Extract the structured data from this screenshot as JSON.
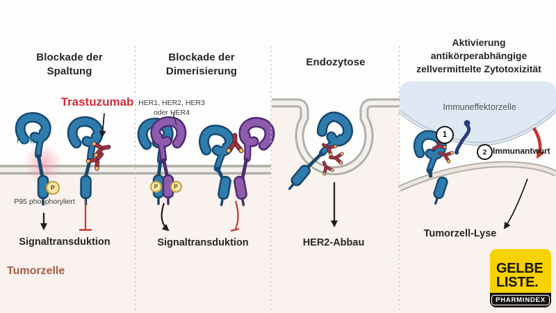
{
  "colors": {
    "receptor_blue": "#2f7cad",
    "receptor_purple": "#8f5cad",
    "antibody_red": "#a23545",
    "antibody_tip_yellow": "#e9c25f",
    "membrane_gray": "#b2aea8",
    "cytoplasm_pink": "#f9f2ee",
    "immune_cell_blue": "#dfe9f3",
    "inhibit_red": "#c0392b",
    "drug_label_red": "#d12b3a",
    "tumor_label_brown": "#a65c44",
    "her2_label_teal": "#2d7fa8",
    "logo_yellow": "#f7d200"
  },
  "panels": [
    {
      "title_lines": [
        "Blockade der",
        "Spaltung"
      ],
      "drug_label": "Trastuzumab",
      "receptor_label": "HER2",
      "phospho_label": "P95 phosphoryliert",
      "phosphate": "P",
      "outcome": "Signaltransduktion"
    },
    {
      "title_lines": [
        "Blockade der",
        "Dimerisierung"
      ],
      "receptor_label_lines": [
        "HER1, HER2, HER3",
        "oder HER4"
      ],
      "phosphate": "P",
      "outcome": "Signaltransduktion"
    },
    {
      "title_lines": [
        "Endozytose"
      ],
      "outcome": "HER2-Abbau"
    },
    {
      "title_lines": [
        "Aktivierung",
        "antikörperabhängige",
        "zellvermittelte Zytotoxizität"
      ],
      "cell_label": "Immuneffektorzelle",
      "steps": [
        {
          "num": "1"
        },
        {
          "num": "2",
          "label": "Immunantwort"
        }
      ],
      "outcome": "Tumorzell-Lyse"
    }
  ],
  "tumor_cell_label": "Tumorzelle",
  "logo": {
    "line1": "GELBE",
    "line2": "LISTE.",
    "tagline": "PHARMINDEX"
  },
  "icons": {
    "her2-receptor-icon": "blue hook-shaped receptor",
    "her-family-receptor-icon": "purple hook-shaped receptor",
    "trastuzumab-antibody-icon": "red Y-shaped antibody with yellow Fab tips",
    "phosphate-badge-icon": "yellow circled P",
    "cell-membrane-icon": "double gray lipid bilayer band",
    "endocytic-vesicle-icon": "membrane invagination circle",
    "immune-effector-cell-icon": "light blue cell",
    "fc-receptor-icon": "navy squiggle receptor",
    "activation-arrow-icon": "black arrow",
    "inhibition-arrow-icon": "red blunt-ended line",
    "immune-response-arrow-icon": "thick red curved arrow",
    "cleavage-glow-icon": "pink highlight at cleavage site"
  }
}
